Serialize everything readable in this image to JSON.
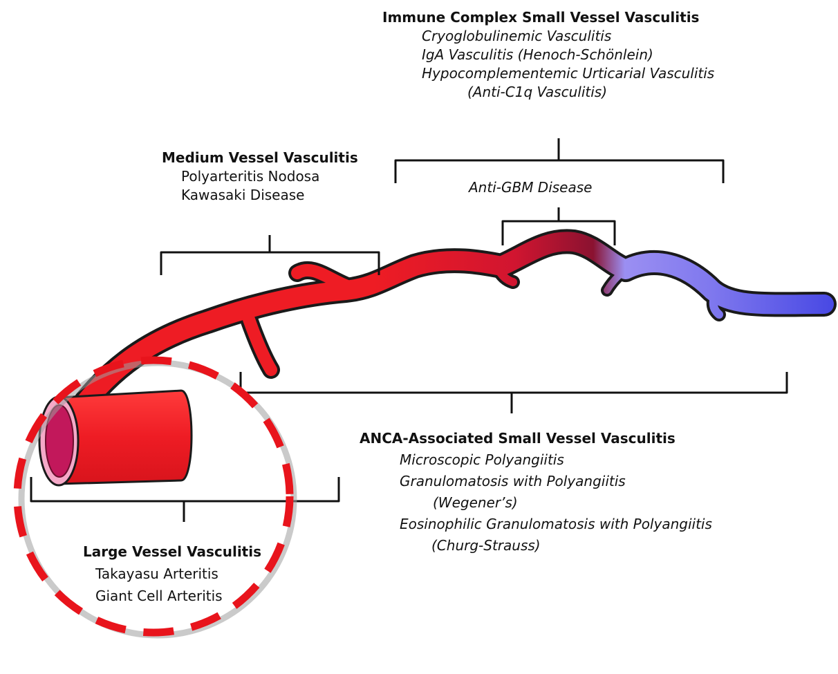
{
  "diagram": {
    "groups": {
      "immune_complex": {
        "heading": "Immune Complex  Small Vessel Vasculitis",
        "items": [
          "Cryoglobulinemic Vasculitis",
          "IgA Vasculitis (Henoch-Schönlein)",
          "Hypocomplementemic Urticarial Vasculitis",
          "(Anti-C1q Vasculitis)"
        ]
      },
      "anti_gbm": {
        "label": "Anti-GBM Disease"
      },
      "medium_vessel": {
        "heading": "Medium Vessel Vasculitis",
        "items": [
          "Polyarteritis Nodosa",
          "Kawasaki Disease"
        ]
      },
      "anca": {
        "heading": "ANCA-Associated Small Vessel Vasculitis",
        "items": [
          "Microscopic Polyangiitis",
          "Granulomatosis with Polyangiitis",
          "(Wegener’s)",
          "Eosinophilic Granulomatosis with Polyangiitis",
          "(Churg-Strauss)"
        ]
      },
      "large_vessel": {
        "heading": "Large Vessel Vasculitis",
        "items": [
          "Takayasu Arteritis",
          "Giant Cell Arteritis"
        ]
      }
    },
    "colors": {
      "artery": "#ee1c24",
      "arteriole": "#c0143a",
      "venule_light": "#9b8ff2",
      "vein": "#5050e6",
      "lumen": "#c2185b",
      "lumen_rim": "#f5a9c8",
      "highlight_circle": "#e8141c",
      "circle_shadow": "#9e9e9e"
    }
  }
}
